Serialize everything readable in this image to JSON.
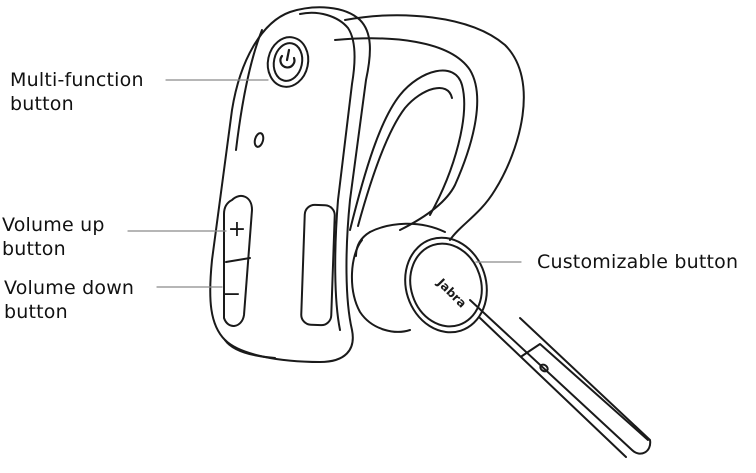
{
  "labels": {
    "multi_function": [
      "Multi-function",
      "button"
    ],
    "volume_up": [
      "Volume up",
      "button"
    ],
    "volume_down": [
      "Volume down",
      "button"
    ],
    "customizable": [
      "Customizable button"
    ]
  },
  "device": {
    "brand": "Jabra",
    "volume_up_symbol": "+",
    "volume_down_symbol": "−"
  },
  "colors": {
    "line": "#1a1a1a",
    "leader": "#8a8a8a",
    "text": "#111111"
  },
  "icons": {
    "power": "power-icon",
    "led": "status-led-icon"
  }
}
